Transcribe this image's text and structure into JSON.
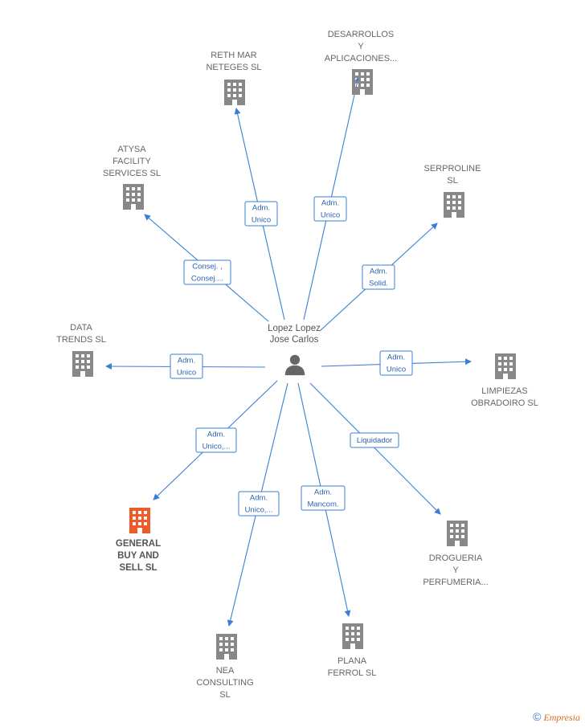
{
  "center": {
    "label": [
      "Lopez Lopez",
      "Jose Carlos"
    ],
    "icon": "person-icon"
  },
  "companies": [
    {
      "id": "reth",
      "label": [
        "RETH MAR",
        "NETEGES  SL"
      ],
      "icon": "building-icon"
    },
    {
      "id": "desarrollos",
      "label": [
        "DESARROLLOS",
        "Y",
        "APLICACIONES..."
      ],
      "icon": "building-icon"
    },
    {
      "id": "atysa",
      "label": [
        "ATYSA",
        "FACILITY",
        "SERVICES  SL"
      ],
      "icon": "building-icon"
    },
    {
      "id": "serproline",
      "label": [
        "SERPROLINE",
        "SL"
      ],
      "icon": "building-icon"
    },
    {
      "id": "datatrends",
      "label": [
        "DATA",
        "TRENDS  SL"
      ],
      "icon": "building-icon"
    },
    {
      "id": "limpiezas",
      "label": [
        "LIMPIEZAS",
        "OBRADOIRO  SL"
      ],
      "icon": "building-icon"
    },
    {
      "id": "general",
      "label": [
        "GENERAL",
        "BUY AND",
        "SELL  SL"
      ],
      "icon": "building-icon",
      "highlight": true
    },
    {
      "id": "drogueria",
      "label": [
        "DROGUERIA",
        "Y",
        "PERFUMERIA..."
      ],
      "icon": "building-icon"
    },
    {
      "id": "nea",
      "label": [
        "NEA",
        "CONSULTING",
        "SL"
      ],
      "icon": "building-icon"
    },
    {
      "id": "plana",
      "label": [
        "PLANA",
        "FERROL  SL"
      ],
      "icon": "building-icon"
    }
  ],
  "edges": [
    {
      "to": "reth",
      "label": [
        "Adm.",
        "Unico"
      ]
    },
    {
      "to": "desarrollos",
      "label": [
        "Adm.",
        "Unico"
      ]
    },
    {
      "to": "atysa",
      "label": [
        "Consej. ,",
        "Consej...."
      ]
    },
    {
      "to": "serproline",
      "label": [
        "Adm.",
        "Solid."
      ]
    },
    {
      "to": "datatrends",
      "label": [
        "Adm.",
        "Unico"
      ]
    },
    {
      "to": "limpiezas",
      "label": [
        "Adm.",
        "Unico"
      ]
    },
    {
      "to": "general",
      "label": [
        "Adm.",
        "Unico,..."
      ]
    },
    {
      "to": "drogueria",
      "label": [
        "Liquidador"
      ]
    },
    {
      "to": "nea",
      "label": [
        "Adm.",
        "Unico,..."
      ]
    },
    {
      "to": "plana",
      "label": [
        "Adm.",
        "Mancom."
      ]
    }
  ],
  "colors": {
    "edge": "#3a7fd5",
    "node": "#888888",
    "highlight": "#f05a28",
    "edge_text": "#2a63b0"
  },
  "brand": {
    "symbol": "©",
    "name": "Empresia"
  }
}
